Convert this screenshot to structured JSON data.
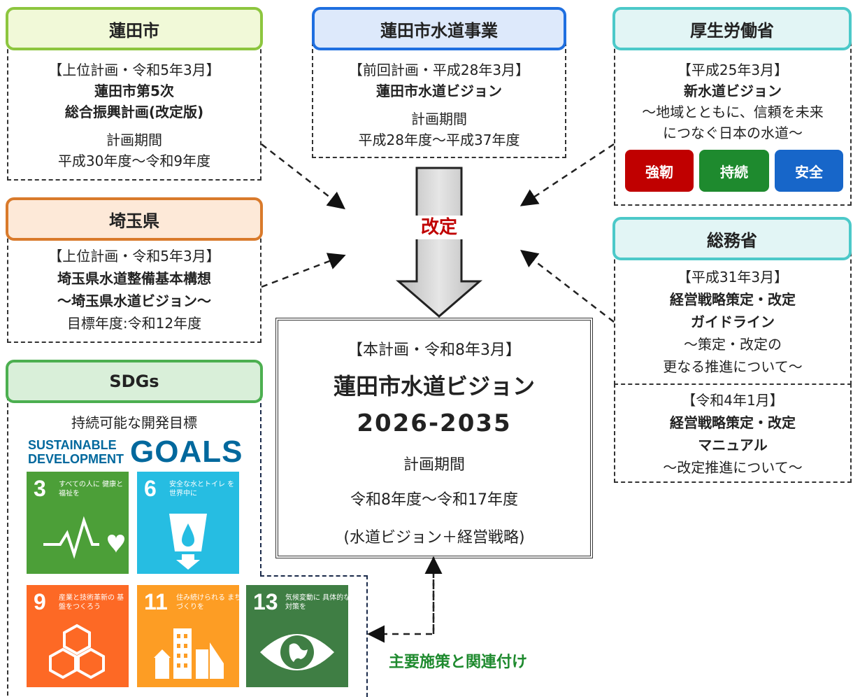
{
  "hasuda_city": {
    "header": "蓮田市",
    "line1": "【上位計画・令和5年3月】",
    "line2": "蓮田市第5次",
    "line3": "総合振興計画(改定版)",
    "line4": "計画期間",
    "line5": "平成30年度～令和9年度"
  },
  "saitama": {
    "header": "埼玉県",
    "line1": "【上位計画・令和5年3月】",
    "line2": "埼玉県水道整備基本構想",
    "line3": "～埼玉県水道ビジョン～",
    "line4": "目標年度:令和12年度"
  },
  "water_business": {
    "header": "蓮田市水道事業",
    "line1": "【前回計画・平成28年3月】",
    "line2": "蓮田市水道ビジョン",
    "line3": "計画期間",
    "line4": "平成28年度～平成37年度"
  },
  "revision_label": "改定",
  "main_plan": {
    "line1": "【本計画・令和8年3月】",
    "title": "蓮田市水道ビジョン",
    "years": "2026-2035",
    "period_label": "計画期間",
    "period": "令和8年度～令和17年度",
    "note": "(水道ビジョン＋経営戦略)"
  },
  "mhlw": {
    "header": "厚生労働省",
    "line1": "【平成25年3月】",
    "line2": "新水道ビジョン",
    "line3": "～地域とともに、信頼を未来",
    "line4": "につなぐ日本の水道～",
    "badges": [
      "強靭",
      "持続",
      "安全"
    ]
  },
  "mic": {
    "header": "総務省",
    "a_line1": "【平成31年3月】",
    "a_line2": "経営戦略策定・改定",
    "a_line3": "ガイドライン",
    "a_line4": "～策定・改定の",
    "a_line5": "更なる推進について～",
    "b_line1": "【令和4年1月】",
    "b_line2": "経営戦略策定・改定",
    "b_line3": "マニュアル",
    "b_line4": "～改定推進について～"
  },
  "sdgs": {
    "header": "SDGs",
    "subtitle": "持続可能な開発目標",
    "logo_line1": "SUSTAINABLE",
    "logo_line2": "DEVELOPMENT",
    "logo_goals": "GOALS",
    "goals": [
      {
        "num": "3",
        "label": "すべての人に 健康と福祉を",
        "color": "#4c9f38"
      },
      {
        "num": "6",
        "label": "安全な水とトイレ を世界中に",
        "color": "#26bde2"
      },
      {
        "num": "9",
        "label": "産業と技術革新の 基盤をつくろう",
        "color": "#fd6925"
      },
      {
        "num": "11",
        "label": "住み続けられる まちづくりを",
        "color": "#fd9d24"
      },
      {
        "num": "13",
        "label": "気候変動に 具体的な対策を",
        "color": "#3f7e44"
      }
    ]
  },
  "link_label": "主要施策と関連付け",
  "colors": {
    "hasuda": "#8dc63f",
    "saitama": "#d97a2b",
    "water": "#1f6fe0",
    "mhlw": "#4cc9c9",
    "sdgs": "#4caf50",
    "badge_red": "#c00000",
    "badge_green": "#1e8a2e",
    "badge_blue": "#1766c9"
  }
}
